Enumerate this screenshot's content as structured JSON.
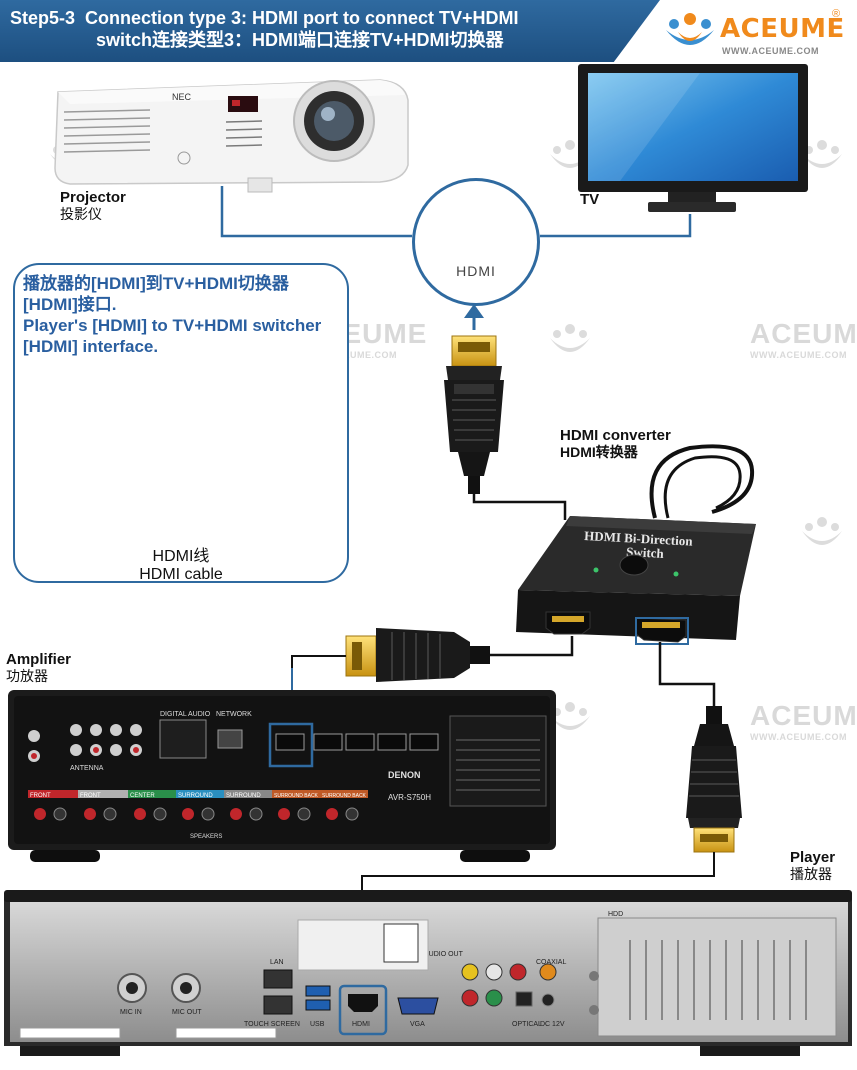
{
  "header": {
    "step": "Step5-3",
    "title_line1": "Connection type 3: HDMI port to connect TV+HDMI",
    "title_line2": "switch连接类型3：HDMI端口连接TV+HDMI切换器"
  },
  "logo": {
    "brand": "ACEUME",
    "registered": "®",
    "url": "WWW.ACEUME.COM"
  },
  "labels": {
    "projector": "Projector",
    "projector_zh": "投影仪",
    "tv": "TV",
    "hdmi_badge": "HDMI",
    "hdmi_converter": "HDMI converter",
    "hdmi_converter_zh": "HDMI转换器",
    "amplifier": "Amplifier",
    "amplifier_zh": "功放器",
    "player": "Player",
    "player_zh": "播放器"
  },
  "callout": {
    "text_zh": "播放器的[HDMI]到TV+HDMI切换器[HDMI]接口.",
    "text_en": "Player's [HDMI] to TV+HDMI switcher [HDMI] interface.",
    "cable_zh": "HDMI线",
    "cable_en": "HDMI cable"
  },
  "devices": {
    "projector_brand": "NEC",
    "switch_title": "HDMI Bi-Direction",
    "switch_subtitle": "Switch",
    "amp_brand": "DENON",
    "amp_model": "AVR-S750H",
    "amp_sections": [
      "FRONT",
      "FRONT",
      "CENTER",
      "SURROUND",
      "SURROUND",
      "SURROUND BACK",
      "SURROUND BACK"
    ],
    "amp_speakers": "SPEAKERS",
    "amp_antenna": "ANTENNA",
    "amp_network": "NETWORK",
    "amp_digital_audio": "DIGITAL AUDIO",
    "player_ports": {
      "mic_in": "MIC IN",
      "mic_out": "MIC OUT",
      "lan": "LAN",
      "touch_screen": "TOUCH SCREEN",
      "usb": "USB",
      "hdmi": "HDMI",
      "vga": "VGA",
      "audio_out": "AUDIO OUT",
      "coaxial": "COAXIAL",
      "optical": "OPTICAL",
      "dc": "DC 12V",
      "hdd": "HDD"
    }
  },
  "watermark": {
    "text": "ACEUME",
    "url": "WWW.ACEUME.COM"
  },
  "colors": {
    "header": "#2f6aa0",
    "accent_orange": "#f08a1c",
    "callout_text": "#2a5fa0",
    "highlight": "#2f6aa0"
  }
}
